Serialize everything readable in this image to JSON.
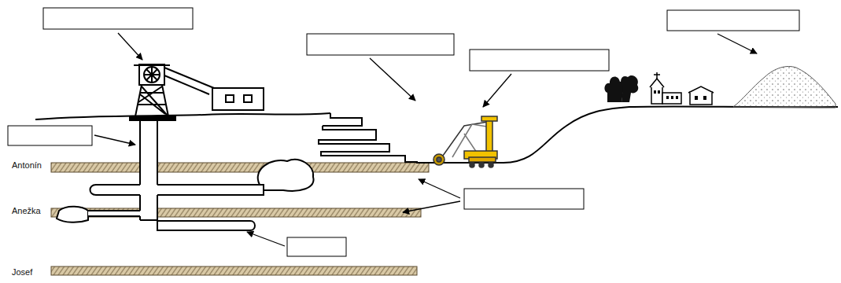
{
  "diagram": {
    "labels": [
      "Antonín",
      "Anežka",
      "Josef"
    ]
  }
}
